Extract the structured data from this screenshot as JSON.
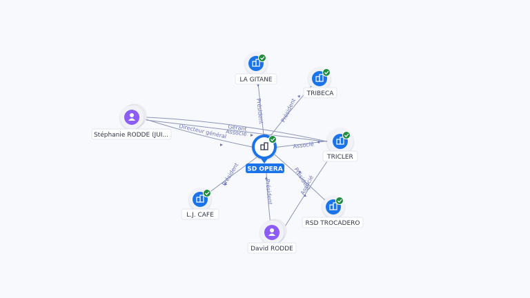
{
  "colors": {
    "company": "#1a73e8",
    "person": "#8b5cf6",
    "check": "#1e8e3e",
    "edge": "#8a93b5",
    "edge_label": "#6b73b8",
    "background": "#f8f9fd"
  },
  "center": {
    "label": "SD OPERA",
    "icon": "building-icon"
  },
  "nodes": [
    {
      "id": "la-gitane",
      "label": "LA GITANE",
      "type": "company",
      "verified": true
    },
    {
      "id": "tribeca",
      "label": "TRIBECA",
      "type": "company",
      "verified": true
    },
    {
      "id": "tricler",
      "label": "TRICLER",
      "type": "company",
      "verified": true
    },
    {
      "id": "rsd-trocadero",
      "label": "RSD TROCADERO",
      "type": "company",
      "verified": true
    },
    {
      "id": "lj-cafe",
      "label": "L.J. CAFE",
      "type": "company",
      "verified": true
    },
    {
      "id": "stephanie",
      "label": "Stéphanie RODDE (JUI...",
      "type": "person"
    },
    {
      "id": "david",
      "label": "David RODDE",
      "type": "person"
    }
  ],
  "edges": [
    {
      "id": "e-gitane",
      "label": "Président"
    },
    {
      "id": "e-tribeca",
      "label": "Président"
    },
    {
      "id": "e-tricler",
      "label": "Associé"
    },
    {
      "id": "e-rsd",
      "label": "Président"
    },
    {
      "id": "e-ljcafe",
      "label": "Président"
    },
    {
      "id": "e-david",
      "label": "Président"
    },
    {
      "id": "e-steph-dg",
      "label": "Directeur général"
    },
    {
      "id": "e-steph-gerant",
      "label": "Gérant"
    },
    {
      "id": "e-steph-associe",
      "label": "Associé"
    },
    {
      "id": "e-david-tricler",
      "label": "Associé"
    }
  ]
}
